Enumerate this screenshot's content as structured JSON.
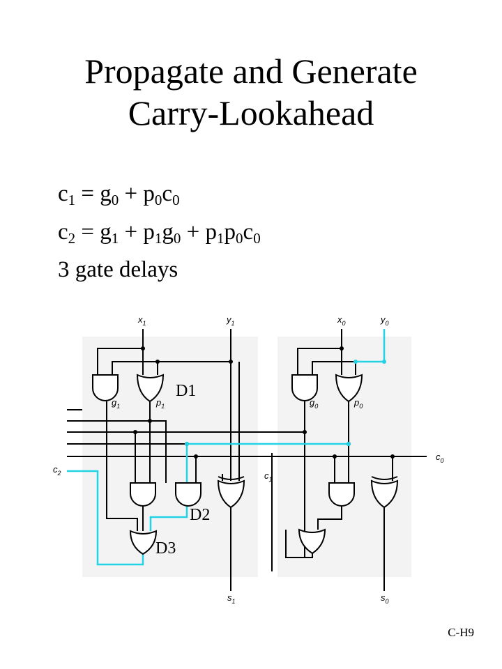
{
  "slide": {
    "title_line1": "Propagate and Generate",
    "title_line2": "Carry-Lookahead",
    "slide_id": "C-H9"
  },
  "equations": [
    {
      "parts": [
        {
          "t": "c",
          "s": "1"
        },
        {
          "t": " = g",
          "s": "0"
        },
        {
          "t": " + p",
          "s": "0"
        },
        {
          "t": "c",
          "s": "0"
        }
      ]
    },
    {
      "parts": [
        {
          "t": "c",
          "s": "2"
        },
        {
          "t": " = g",
          "s": "1"
        },
        {
          "t": " + p",
          "s": "1"
        },
        {
          "t": "g",
          "s": "0"
        },
        {
          "t": " + p",
          "s": "1"
        },
        {
          "t": "p",
          "s": "0"
        },
        {
          "t": "c",
          "s": "0"
        }
      ]
    },
    {
      "text": "3 gate delays"
    }
  ],
  "diagram": {
    "labels": {
      "x1": {
        "main": "x",
        "sub": "1"
      },
      "y1": {
        "main": "y",
        "sub": "1"
      },
      "x0": {
        "main": "x",
        "sub": "0"
      },
      "y0": {
        "main": "y",
        "sub": "0"
      },
      "g1": {
        "main": "g",
        "sub": "1"
      },
      "p1": {
        "main": "p",
        "sub": "1"
      },
      "g0": {
        "main": "g",
        "sub": "0"
      },
      "p0": {
        "main": "p",
        "sub": "0"
      },
      "c0": {
        "main": "c",
        "sub": "0"
      },
      "c1": {
        "main": "c",
        "sub": "1"
      },
      "c2": {
        "main": "c",
        "sub": "2"
      },
      "s1": {
        "main": "s",
        "sub": "1"
      },
      "s0": {
        "main": "s",
        "sub": "0"
      }
    },
    "delay_labels": {
      "d1": "D1",
      "d2": "D2",
      "d3": "D3"
    },
    "colors": {
      "wire": "#000000",
      "highlight": "#22d3e6",
      "panel": "#f3f3f3"
    }
  }
}
